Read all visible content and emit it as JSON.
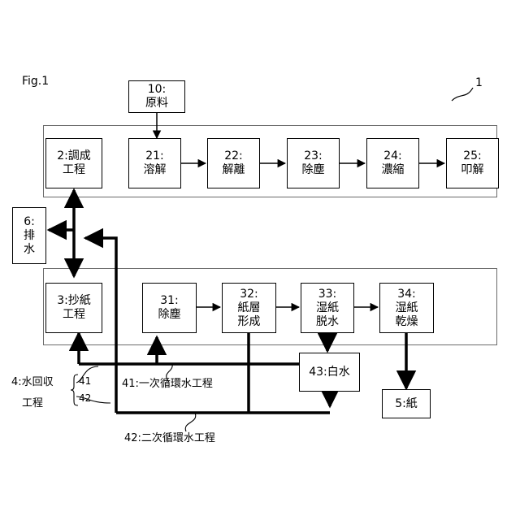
{
  "figure_label": "Fig.1",
  "system_ref": "1",
  "boxes": {
    "b10": {
      "line1": "10:",
      "line2": "原料"
    },
    "b2": {
      "line1": "2:調成",
      "line2": "工程"
    },
    "b21": {
      "line1": "21:",
      "line2": "溶解"
    },
    "b22": {
      "line1": "22:",
      "line2": "解離"
    },
    "b23": {
      "line1": "23:",
      "line2": "除塵"
    },
    "b24": {
      "line1": "24:",
      "line2": "濃縮"
    },
    "b25": {
      "line1": "25:",
      "line2": "叩解"
    },
    "b6": {
      "line1": "6:",
      "line2": "排",
      "line3": "水"
    },
    "b3": {
      "line1": "3:抄紙",
      "line2": "工程"
    },
    "b31": {
      "line1": "31:",
      "line2": "除塵"
    },
    "b32": {
      "line1": "32:",
      "line2": "紙層",
      "line3": "形成"
    },
    "b33": {
      "line1": "33:",
      "line2": "湿紙",
      "line3": "脱水"
    },
    "b34": {
      "line1": "34:",
      "line2": "湿紙",
      "line3": "乾燥"
    },
    "b43": {
      "line1": "43:白水"
    },
    "b5": {
      "line1": "5:紙"
    }
  },
  "labels": {
    "water_recovery_line1": "4:水回収",
    "water_recovery_line2": "工程",
    "ref41": "41",
    "ref42": "42",
    "primary_loop": "41:一次循環水工程",
    "secondary_loop": "42:二次循環水工程"
  }
}
